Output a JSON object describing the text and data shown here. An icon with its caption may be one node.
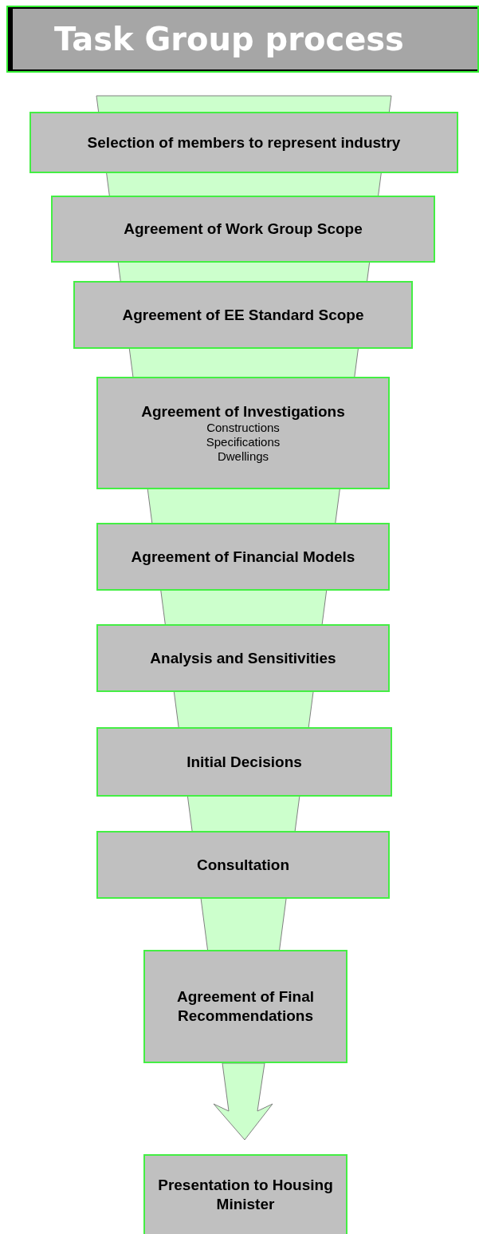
{
  "diagram": {
    "title": "Task Group process",
    "nodes": [
      {
        "text": [
          "Selection of members to represent industry"
        ]
      },
      {
        "text": [
          "Agreement of Work Group Scope"
        ]
      },
      {
        "text": [
          "Agreement of EE Standard Scope"
        ]
      },
      {
        "text": [
          "Agreement of Investigations",
          "Constructions",
          "Specifications",
          "Dwellings"
        ]
      },
      {
        "text": [
          "Agreement of Financial Models"
        ]
      },
      {
        "text": [
          "Analysis and Sensitivities"
        ]
      },
      {
        "text": [
          "Initial Decisions"
        ]
      },
      {
        "text": [
          "Consultation"
        ]
      },
      {
        "text": [
          "Agreement of Final Recommendations"
        ]
      },
      {
        "text": [
          "Presentation to Housing Minister"
        ]
      }
    ],
    "edges": [
      {
        "from": 8,
        "to": 9,
        "arrow": "to"
      }
    ]
  }
}
